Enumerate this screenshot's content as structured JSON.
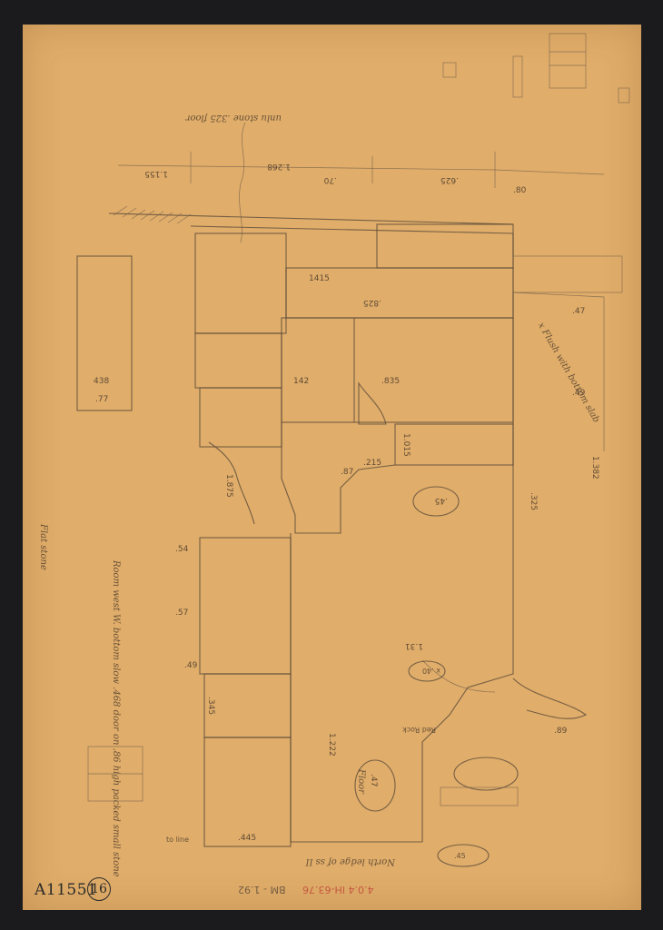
{
  "sheet": {
    "accession": "A11551",
    "sheet_number": "16",
    "pencil_reference": "BM - 1.92",
    "red_reference": "4.0.4 IH-63.76"
  },
  "annotations": {
    "dim_1155": "1.155",
    "dim_1268": "1.268",
    "dim_70": ".70",
    "dim_625": ".625",
    "dim_80": ".80",
    "dim_1415": "1415",
    "dim_825": ".825",
    "dim_142": "142",
    "dim_835": ".835",
    "dim_1015": "1.015",
    "dim_87": ".87",
    "dim_215": ".215",
    "dim_1382": "1.382",
    "dim_131": "1.31",
    "dim_445": ".445",
    "dim_1222": "1.222",
    "dim_89": ".89",
    "dim_1875": "1.875",
    "dim_77": ".77",
    "dim_438": "438",
    "dim_54": ".54",
    "dim_57": ".57",
    "dim_49": ".49",
    "dim_325": ".325",
    "dim_345": ".345",
    "dim_47": ".47",
    "dim_49b": ".49",
    "note_room_west": "Room west W. bottom slow .468 door on .86 high packed small stone",
    "note_unlu_stone": "unlu stone .325 floor",
    "note_floor": "Floor",
    "note_x_stone": "x Flush with bottom slab",
    "note_red_rock": "Red Rock",
    "note_north_ledge": "North ledge of ss II",
    "note_to_line": "to line",
    "note_flat": "Flat stone",
    "oval_45": ".45",
    "oval_40": "x .40",
    "oval_47": ".47",
    "oval_45b": ".45"
  }
}
